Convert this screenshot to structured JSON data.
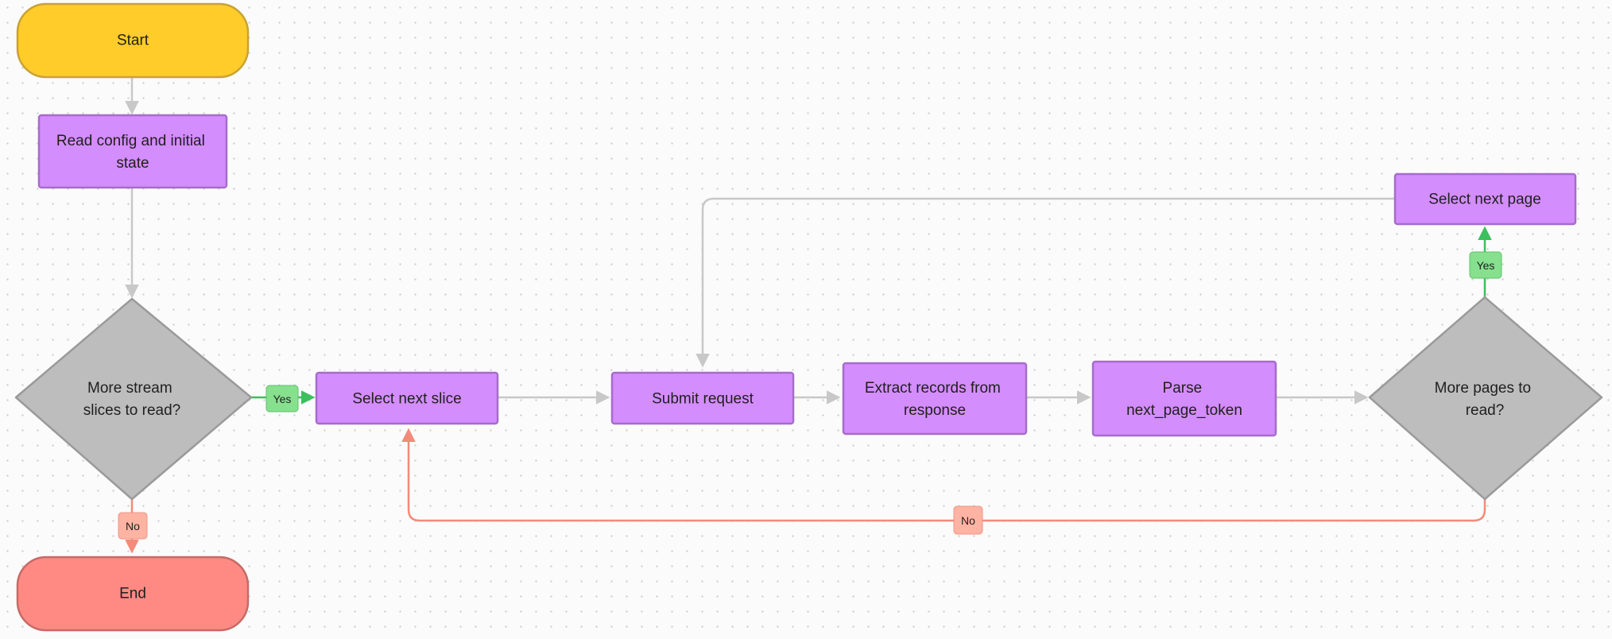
{
  "colors": {
    "terminal_start": "#ffcc29",
    "terminal_end": "#ff8a84",
    "process": "#d48dfc",
    "decision": "#bdbdbd",
    "connector": "#c8c8c8",
    "yes_path": "#3cbf5d",
    "no_path": "#f48a7a",
    "yes_badge": "#86e08e",
    "no_badge": "#ffb3a3"
  },
  "nodes": {
    "start": "Start",
    "read_config": [
      "Read config and initial",
      "state"
    ],
    "more_slices": [
      "More stream",
      "slices to read?"
    ],
    "select_slice": "Select next slice",
    "submit_request": "Submit request",
    "extract_records": [
      "Extract records from",
      "response"
    ],
    "parse_token": [
      "Parse",
      "next_page_token"
    ],
    "more_pages": [
      "More pages to",
      "read?"
    ],
    "select_page": "Select next page",
    "end": "End"
  },
  "labels": {
    "yes": "Yes",
    "no": "No"
  }
}
